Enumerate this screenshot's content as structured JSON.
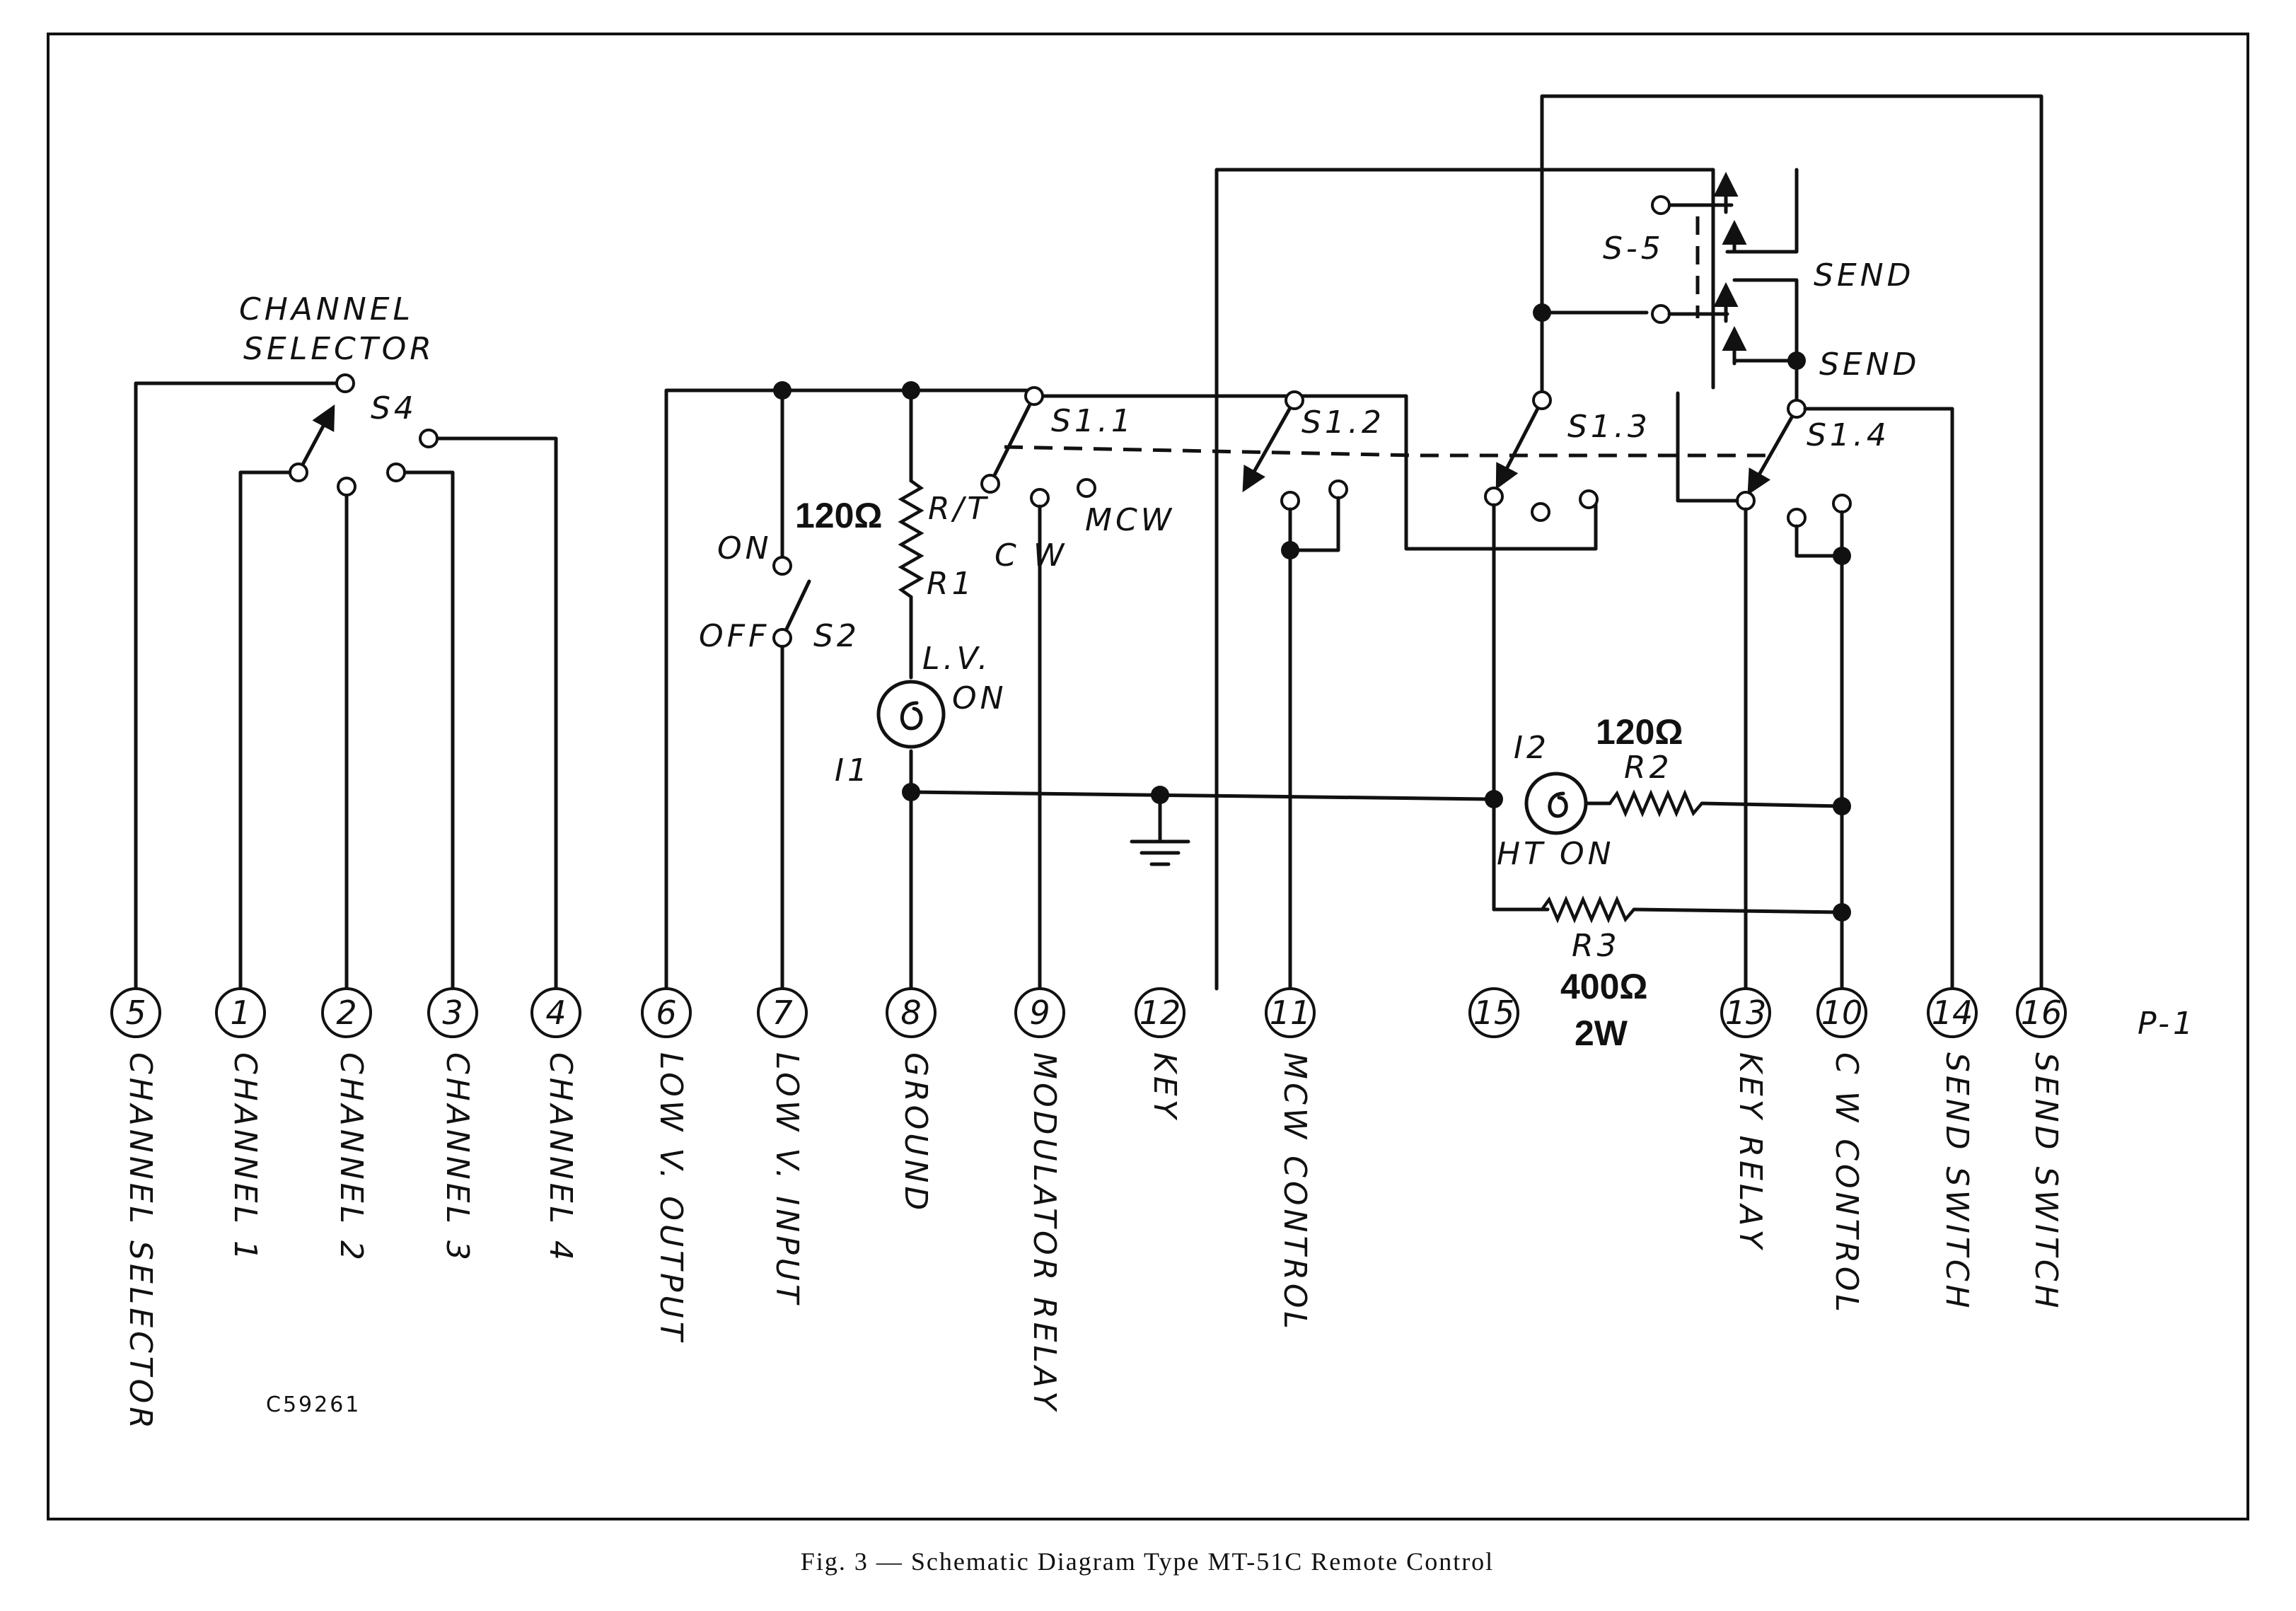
{
  "title": "Fig. 3 — Schematic Diagram Type MT-51C Remote Control",
  "drawing_code": "C59261",
  "plug": "P-1",
  "switches": {
    "s4_title_line1": "CHANNEL",
    "s4_title_line2": "SELECTOR",
    "s4": "S4",
    "s2": "S2",
    "s2_on": "ON",
    "s2_off": "OFF",
    "s1_1": "S1.1",
    "s1_2": "S1.2",
    "s1_3": "S1.3",
    "s1_4": "S1.4",
    "s5": "S-5",
    "send_upper": "SEND",
    "send_lower": "SEND",
    "rt": "R/T",
    "cw": "C W",
    "mcw": "MCW"
  },
  "components": {
    "r1_value": "120Ω",
    "r1_name": "R1",
    "i1_name": "I1",
    "i1_label_line1": "L.V.",
    "i1_label_line2": "ON",
    "i2_name": "I2",
    "i2_label": "HT ON",
    "r2_value": "120Ω",
    "r2_name": "R2",
    "r3_name": "R3",
    "r3_value": "400Ω",
    "r3_power": "2W"
  },
  "terminals": [
    {
      "pin": "5",
      "label": "CHANNEL SELECTOR"
    },
    {
      "pin": "1",
      "label": "CHANNEL 1"
    },
    {
      "pin": "2",
      "label": "CHANNEL 2"
    },
    {
      "pin": "3",
      "label": "CHANNEL 3"
    },
    {
      "pin": "4",
      "label": "CHANNEL 4"
    },
    {
      "pin": "6",
      "label": "LOW V. OUTPUT"
    },
    {
      "pin": "7",
      "label": "LOW V. INPUT"
    },
    {
      "pin": "8",
      "label": "GROUND"
    },
    {
      "pin": "9",
      "label": "MODULATOR RELAY"
    },
    {
      "pin": "12",
      "label": "KEY"
    },
    {
      "pin": "11",
      "label": "MCW CONTROL"
    },
    {
      "pin": "15",
      "label": ""
    },
    {
      "pin": "13",
      "label": "KEY RELAY"
    },
    {
      "pin": "10",
      "label": "C W CONTROL"
    },
    {
      "pin": "14",
      "label": "SEND SWITCH"
    },
    {
      "pin": "16",
      "label": "SEND SWITCH"
    }
  ]
}
